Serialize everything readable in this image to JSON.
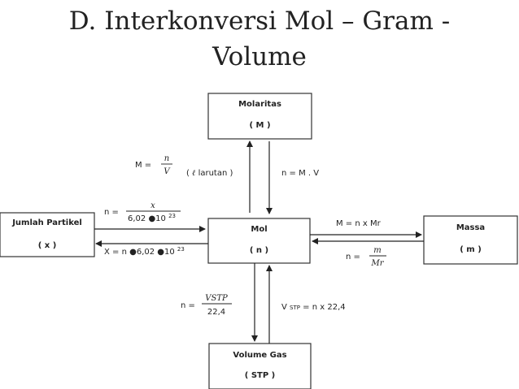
{
  "title": {
    "line1": "D. Interkonversi Mol – Gram -",
    "line2": "Volume"
  },
  "boxes": {
    "molaritas": {
      "label": "Molaritas",
      "symbol": "( M )"
    },
    "mol": {
      "label": "Mol",
      "symbol": "( n )"
    },
    "partikel": {
      "label": "Jumlah Partikel",
      "symbol": "( x )"
    },
    "massa": {
      "label": "Massa",
      "symbol": "( m )"
    },
    "gas": {
      "label": "Volume Gas",
      "symbol": "( STP )"
    }
  },
  "formulas": {
    "molaritas_left": {
      "lhs": "M =",
      "num": "n",
      "den": "V",
      "note_open": "(",
      "note_l": "ℓ",
      "note_rest": " larutan )"
    },
    "molaritas_right": {
      "text": "n = M . V"
    },
    "partikel_top": {
      "lhs": "n =",
      "num": "x",
      "den_base": "6,02 ●10",
      "den_exp": "23"
    },
    "partikel_bottom": {
      "text": "X = n  ●6,02 ●10",
      "exp": "23"
    },
    "massa_top": {
      "text": "M = n x Mr"
    },
    "massa_bottom": {
      "lhs": "n =",
      "num": "m",
      "den": "Mr"
    },
    "gas_left": {
      "lhs": "n =",
      "num": "VSTP",
      "den": "22,4"
    },
    "gas_right": {
      "v": "V",
      "sub": "STP",
      "rest": " = n x 22,4"
    }
  }
}
